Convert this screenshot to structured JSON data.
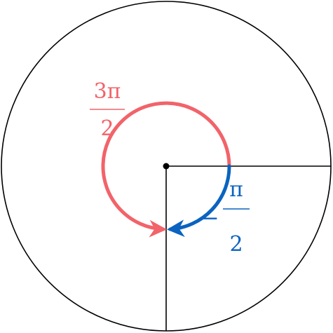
{
  "labels": {
    "positive_angle": {
      "numerator": "3π",
      "denominator": "2"
    },
    "negative_angle": {
      "sign": "−",
      "numerator": "π",
      "denominator": "2"
    }
  },
  "colors": {
    "circle": "#000000",
    "positive_arc": "#f2636a",
    "negative_arc": "#0a63c0"
  }
}
